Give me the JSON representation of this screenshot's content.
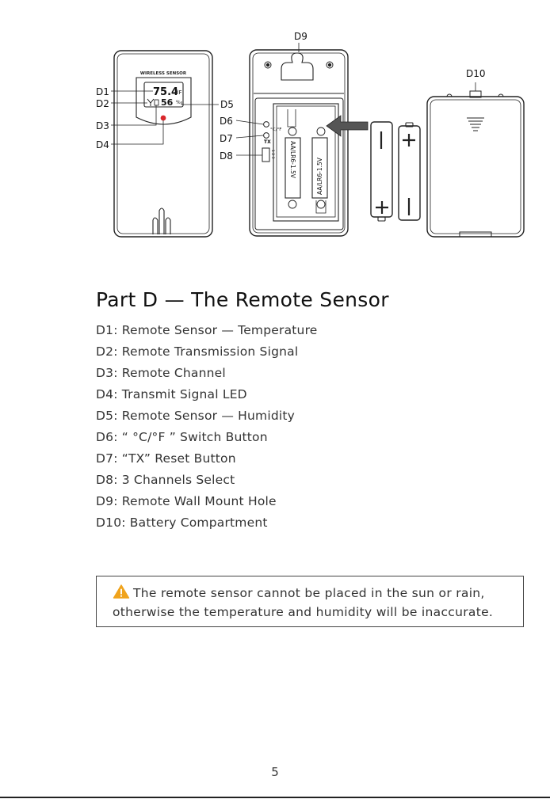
{
  "figure": {
    "sensor_title": "WIRELESS SENSOR",
    "lcd_temp": "75.4",
    "lcd_temp_unit": "°F",
    "lcd_hum": "56",
    "lcd_hum_unit": "%",
    "switch_label": "°C/°F",
    "tx_label": "TX",
    "channel_label": "1 2 3",
    "battery_text": "AA/LR6-1.5V",
    "labels": {
      "d1": "D1",
      "d2": "D2",
      "d3": "D3",
      "d4": "D4",
      "d5": "D5",
      "d6": "D6",
      "d7": "D7",
      "d8": "D8",
      "d9": "D9",
      "d10": "D10"
    },
    "colors": {
      "led": "#d9262b",
      "warning": "#f0a31c"
    }
  },
  "heading": "Part D — The Remote Sensor",
  "parts": [
    "D1: Remote Sensor — Temperature",
    "D2: Remote Transmission Signal",
    "D3: Remote Channel",
    "D4: Transmit Signal LED",
    "D5: Remote Sensor — Humidity",
    "D6: “ °C/°F ” Switch Button",
    "D7: “TX” Reset Button",
    "D8: 3 Channels Select",
    "D9: Remote Wall Mount Hole",
    "D10: Battery Compartment"
  ],
  "note": {
    "icon": "warning-triangle-icon",
    "text": "The remote sensor cannot be placed in the sun or rain, otherwise the temperature and humidity will be inaccurate."
  },
  "page_number": "5"
}
